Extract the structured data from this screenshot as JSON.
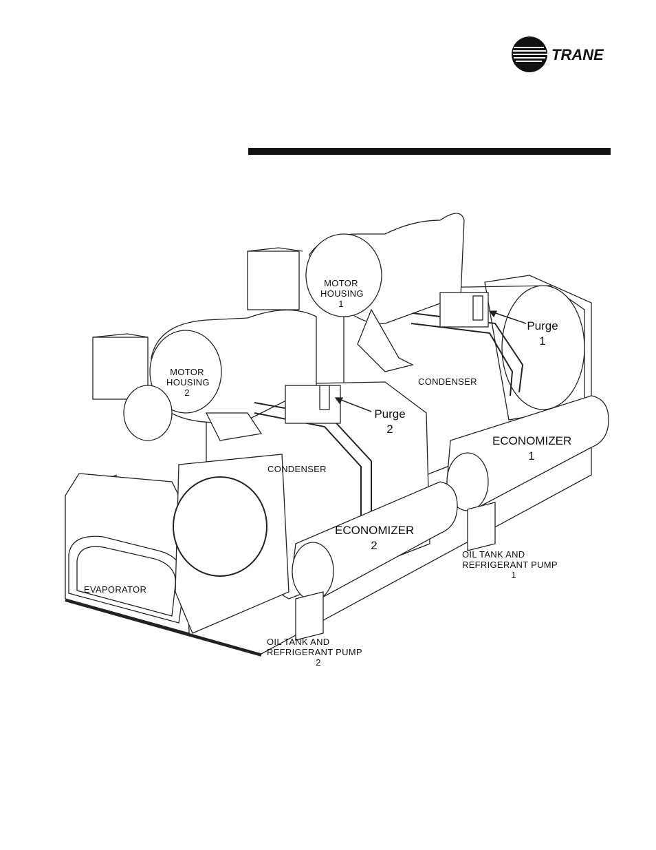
{
  "brand": {
    "logo_text": "TRANE",
    "logo_mark": "trane-circle-logo"
  },
  "diagram": {
    "labels": {
      "motor_housing_1": [
        "MOTOR",
        "HOUSING",
        "1"
      ],
      "motor_housing_2": [
        "MOTOR",
        "HOUSING",
        "2"
      ],
      "purge_1": [
        "Purge",
        "1"
      ],
      "purge_2": [
        "Purge",
        "2"
      ],
      "condenser_1": "CONDENSER",
      "condenser_2": "CONDENSER",
      "economizer_1": [
        "ECONOMIZER",
        "1"
      ],
      "economizer_2": [
        "ECONOMIZER",
        "2"
      ],
      "oil_tank_1": [
        "OIL  TANK  AND",
        "REFRIGERANT  PUMP",
        "1"
      ],
      "oil_tank_2": [
        "OIL  TANK  AND",
        "REFRIGERANT  PUMP",
        "2"
      ],
      "evaporator": "EVAPORATOR"
    }
  }
}
